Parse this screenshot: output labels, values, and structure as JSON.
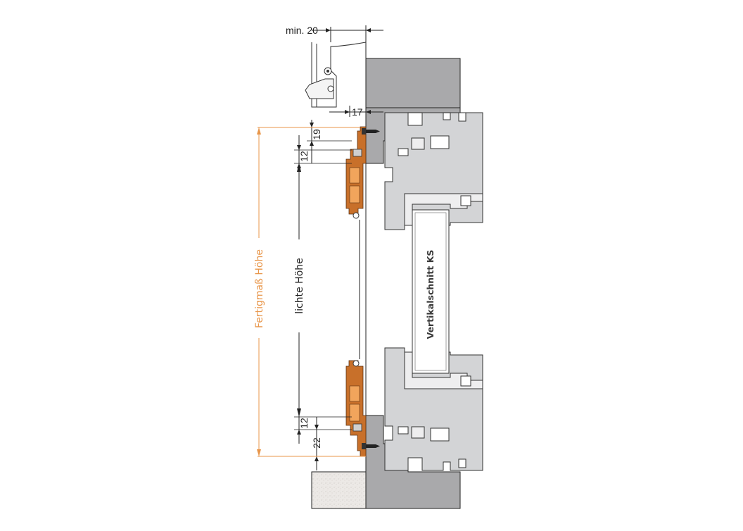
{
  "dimensions": {
    "min_20": "min. 20",
    "d17": "17",
    "d19": "19",
    "d12_top": "12",
    "d12_bottom": "12",
    "d22": "22"
  },
  "labels": {
    "fertigmass_hoehe": "Fertigmaß Höhe",
    "lichte_hoehe": "lichte Höhe",
    "vertikalschnitt": "Vertikalschnitt KS"
  },
  "colors": {
    "accent_orange": "#e8964a",
    "frame_orange": "#c8702a",
    "wall_gray": "#a9a9ab",
    "profile_gray": "#d3d4d6",
    "line": "#222222"
  }
}
